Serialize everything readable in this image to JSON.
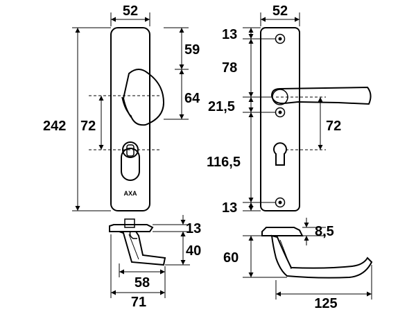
{
  "logo": "AXA",
  "dimensions": {
    "front_width": "52",
    "front_top_segment": "59",
    "front_knob_segment": "64",
    "front_total_height": "242",
    "front_center_distance": "72",
    "back_width": "52",
    "back_top_screw": "13",
    "back_top_segment": "78",
    "back_handle_offset": "21,5",
    "back_center_distance": "72",
    "back_lower_segment": "116,5",
    "back_bottom_screw": "13",
    "knob_side_base": "13",
    "knob_side_depth": "40",
    "knob_side_58": "58",
    "knob_side_71": "71",
    "lever_side_base": "8,5",
    "lever_side_depth": "60",
    "lever_length": "125"
  }
}
